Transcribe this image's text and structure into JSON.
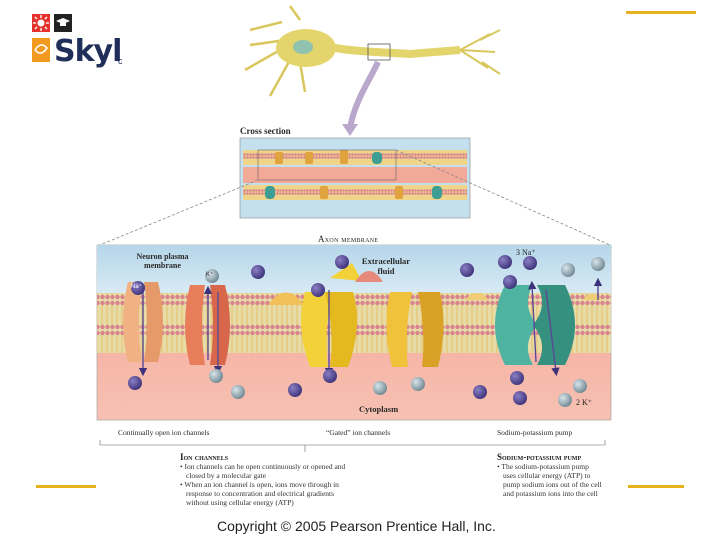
{
  "slide": {
    "logo_text": "Skyl",
    "logo_trailing": "c",
    "accent_color": "#e6b31e"
  },
  "figure": {
    "cross_section_label": "Cross section",
    "axon_membrane_label": "Axon membrane",
    "neuron_plasma_label": "Neuron plasma membrane",
    "extracellular_label": "Extracellular fluid",
    "cytoplasm_label": "Cytoplasm",
    "na_label": "Na⁺",
    "k_label": "K⁺",
    "three_na_label": "3 Na⁺",
    "two_k_label": "2 K⁺",
    "caption_open": "Continually open ion channels",
    "caption_gated": "“Gated” ion channels",
    "caption_pump": "Sodium-potassium pump",
    "notes_left": {
      "heading": "Ion channels",
      "bullets": [
        "• Ion channels can be open continuously or opened and",
        "  closed by a molecular gate",
        "• When an ion channel is open, ions move through in",
        "  response to concentration and electrical gradients",
        "  without using cellular energy (ATP)"
      ]
    },
    "notes_right": {
      "heading": "Sodium-potassium pump",
      "bullets": [
        "• The sodium-potassium pump",
        "  uses cellular energy (ATP) to",
        "  pump sodium ions out of the cell",
        "  and potassium ions into the cell"
      ]
    }
  },
  "copyright": "Copyright © 2005 Pearson Prentice Hall, Inc.",
  "icons": [
    "sun-icon",
    "graduation-cap-icon",
    "swirl-icon"
  ]
}
